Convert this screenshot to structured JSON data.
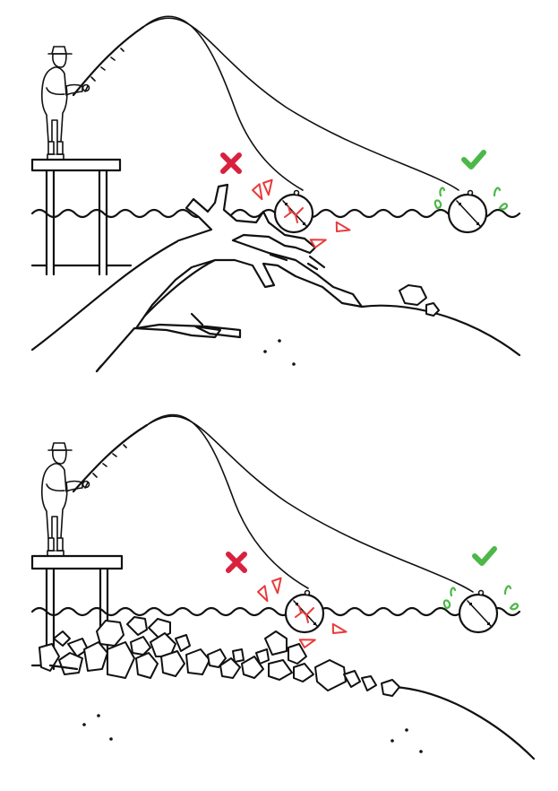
{
  "colors": {
    "line": "#111111",
    "bad": "#d8213f",
    "good": "#4cb848",
    "stress": "#e83b3b",
    "splash": "#4cb848",
    "background": "#ffffff"
  },
  "icons": {
    "bad_mark": "cross-icon",
    "good_mark": "check-icon"
  },
  "panels": [
    {
      "name": "snag-panel-branches",
      "obstacle": "submerged-branches"
    },
    {
      "name": "snag-panel-rocks",
      "obstacle": "submerged-rocks"
    }
  ]
}
